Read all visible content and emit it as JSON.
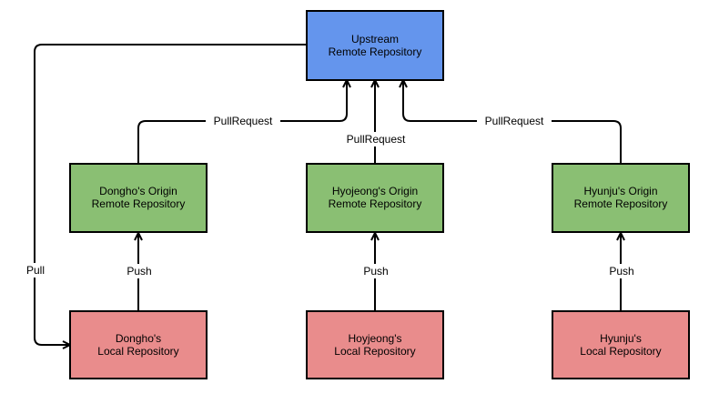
{
  "nodes": {
    "upstream": {
      "line1": "Upstream",
      "line2": "Remote Repository",
      "color": "#6495ED"
    },
    "dongho_origin": {
      "line1": "Dongho's Origin",
      "line2": "Remote Repository",
      "color": "#8ABF73"
    },
    "hyojeong_origin": {
      "line1": "Hyojeong's Origin",
      "line2": "Remote Repository",
      "color": "#8ABF73"
    },
    "hyunju_origin": {
      "line1": "Hyunju's Origin",
      "line2": "Remote Repository",
      "color": "#8ABF73"
    },
    "dongho_local": {
      "line1": "Dongho's",
      "line2": "Local Repository",
      "color": "#E98C8C"
    },
    "hoyjeong_local": {
      "line1": "Hoyjeong's",
      "line2": "Local Repository",
      "color": "#E98C8C"
    },
    "hyunju_local": {
      "line1": "Hyunju's",
      "line2": "Local Repository",
      "color": "#E98C8C"
    }
  },
  "edges": {
    "pull_request_dongho": "PullRequest",
    "pull_request_hyojeong": "PullRequest",
    "pull_request_hyunju": "PullRequest",
    "push_dongho": "Push",
    "push_hyojeong": "Push",
    "push_hyunju": "Push",
    "pull_dongho": "Pull"
  }
}
